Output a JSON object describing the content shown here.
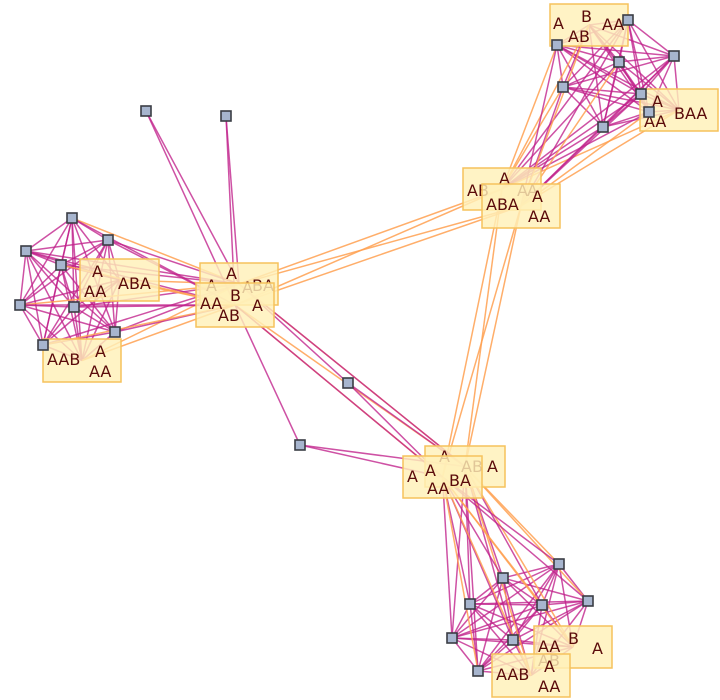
{
  "diagram": {
    "type": "network-graph",
    "colors": {
      "intra_cluster_edge": "#c0208a",
      "inter_cluster_edge": "#ffa050",
      "node_fill": "#a7b5ce",
      "node_stroke": "#3a3d44",
      "label_box_fill": "#fff0b8",
      "label_box_stroke": "#f5c25c",
      "label_text": "#5a0a0a"
    },
    "clusters": [
      {
        "id": "left",
        "nodes": [
          "L1",
          "L2",
          "L3",
          "L4",
          "L5",
          "L6",
          "L7",
          "L8"
        ],
        "labels": [
          {
            "id": "left-label-1",
            "parts": [
              "A",
              "AA",
              "ABA"
            ]
          },
          {
            "id": "left-label-2",
            "parts": [
              "AAB",
              "A",
              "AA"
            ]
          }
        ]
      },
      {
        "id": "top-right",
        "nodes": [
          "T1",
          "T2",
          "T3",
          "T4",
          "T5",
          "T6",
          "T7",
          "T8"
        ],
        "labels": [
          {
            "id": "top-right-label-1",
            "parts": [
              "A",
              "B",
              "AB",
              "AA"
            ]
          },
          {
            "id": "top-right-label-2",
            "parts": [
              "A",
              "AA",
              "BAA"
            ]
          }
        ]
      },
      {
        "id": "bottom",
        "nodes": [
          "B1",
          "B2",
          "B3",
          "B4",
          "B5",
          "B6",
          "B7",
          "B8"
        ],
        "labels": [
          {
            "id": "bottom-label-1",
            "parts": [
              "AA",
              "B",
              "AB",
              "A"
            ]
          },
          {
            "id": "bottom-label-2",
            "parts": [
              "AAB",
              "A",
              "AA"
            ]
          }
        ]
      }
    ],
    "hubs": [
      {
        "id": "center-hub-1",
        "parts": [
          "A",
          "A",
          "A",
          "BA"
        ]
      },
      {
        "id": "center-hub-2",
        "parts": [
          "AA",
          "B",
          "AB",
          "A"
        ]
      },
      {
        "id": "top-right-hub-1",
        "parts": [
          "AB",
          "A",
          "A",
          "A"
        ]
      },
      {
        "id": "top-right-hub-2",
        "parts": [
          "ABA",
          "A",
          "AA"
        ]
      },
      {
        "id": "bottom-hub-1",
        "parts": [
          "A",
          "AB",
          "A"
        ]
      },
      {
        "id": "bottom-hub-2",
        "parts": [
          "A",
          "A",
          "AA",
          "BA"
        ]
      }
    ],
    "isolated_nodes": [
      "P1",
      "P2",
      "P3",
      "P4"
    ]
  }
}
